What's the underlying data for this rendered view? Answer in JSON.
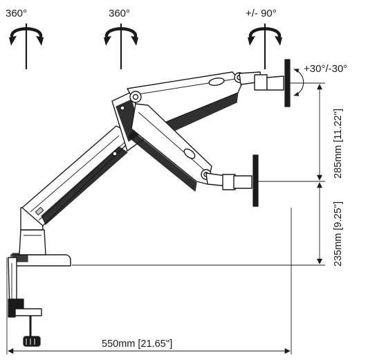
{
  "rotation_labels": {
    "left": "360°",
    "middle": "360°",
    "right": "+/- 90°",
    "tilt": "+30°/-30°"
  },
  "dimensions": {
    "width": "550mm [21.65'']",
    "upper_height": "285mm [11.22'']",
    "lower_height": "235mm [9.25'']"
  }
}
